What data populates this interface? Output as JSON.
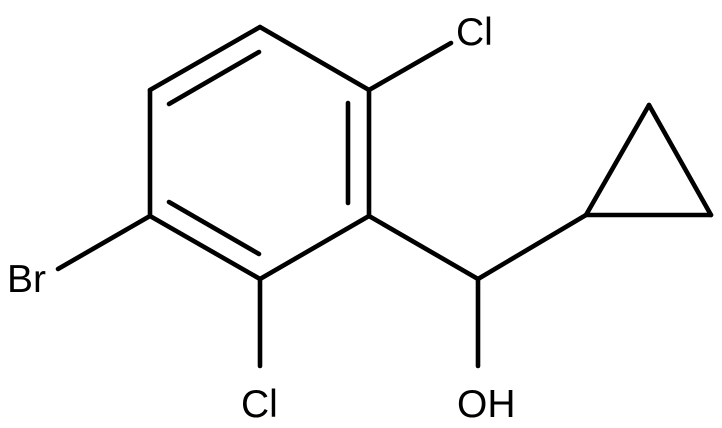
{
  "molecule": {
    "atoms": {
      "cl_top": "Cl",
      "cl_bottom": "Cl",
      "br": "Br",
      "oh": "OH"
    }
  },
  "style": {
    "bond_color": "#000000",
    "background": "#ffffff"
  }
}
